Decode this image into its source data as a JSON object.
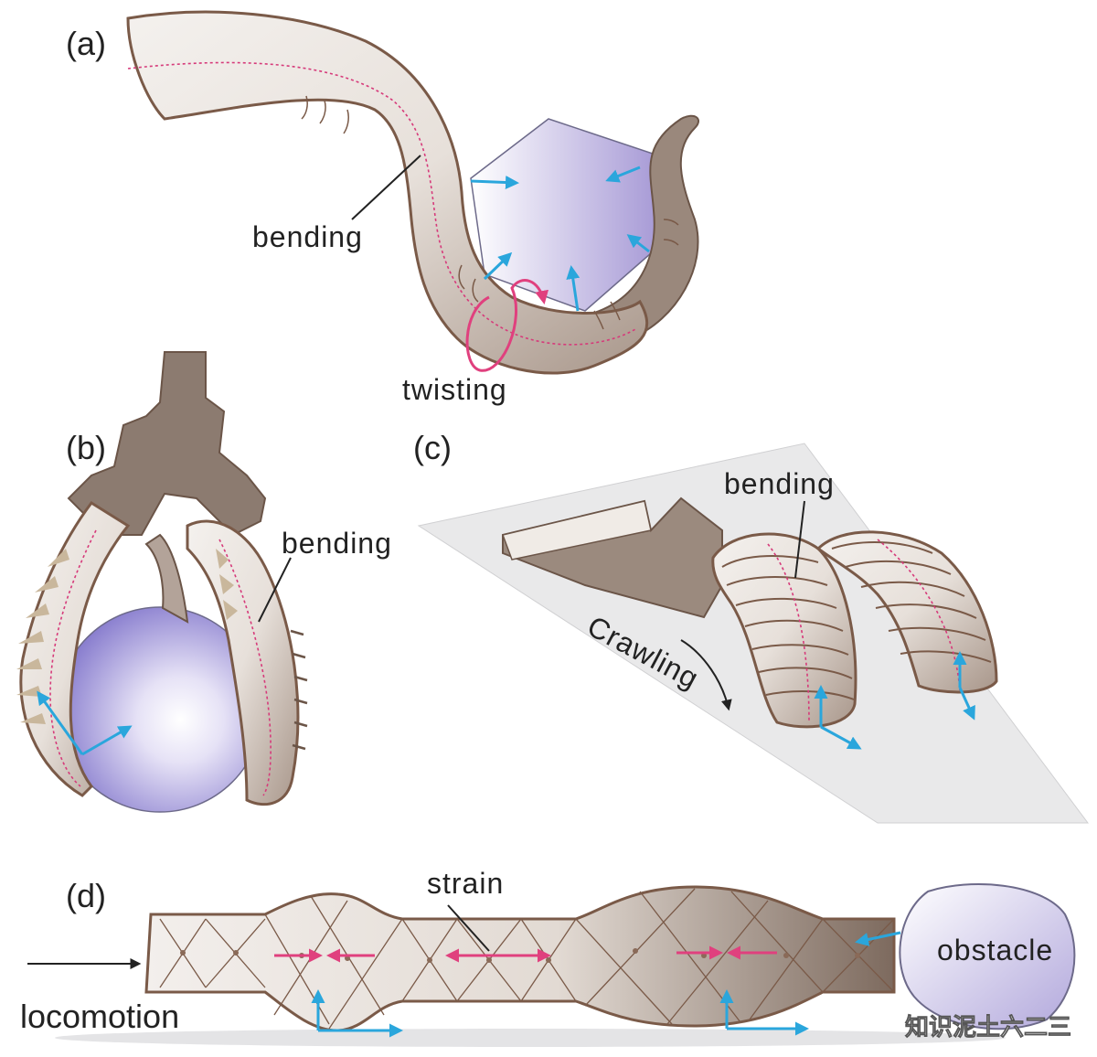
{
  "panels": {
    "a": {
      "label": "(a)",
      "annotations": {
        "bending": "bending",
        "twisting": "twisting"
      }
    },
    "b": {
      "label": "(b)",
      "annotations": {
        "bending": "bending"
      }
    },
    "c": {
      "label": "(c)",
      "annotations": {
        "bending": "bending",
        "crawling": "Crawling"
      }
    },
    "d": {
      "label": "(d)",
      "annotations": {
        "strain": "strain",
        "obstacle": "obstacle",
        "locomotion": "locomotion"
      }
    }
  },
  "watermark": "知识泥土六二三",
  "colors": {
    "actuator_body": "#e9e3dd",
    "actuator_dark": "#8c7b70",
    "outline": "#7a5a48",
    "centerline": "#d63a7a",
    "force_arrow": "#2aa6dc",
    "strain_arrow": "#e0407e",
    "object": "#b9b0e0"
  }
}
